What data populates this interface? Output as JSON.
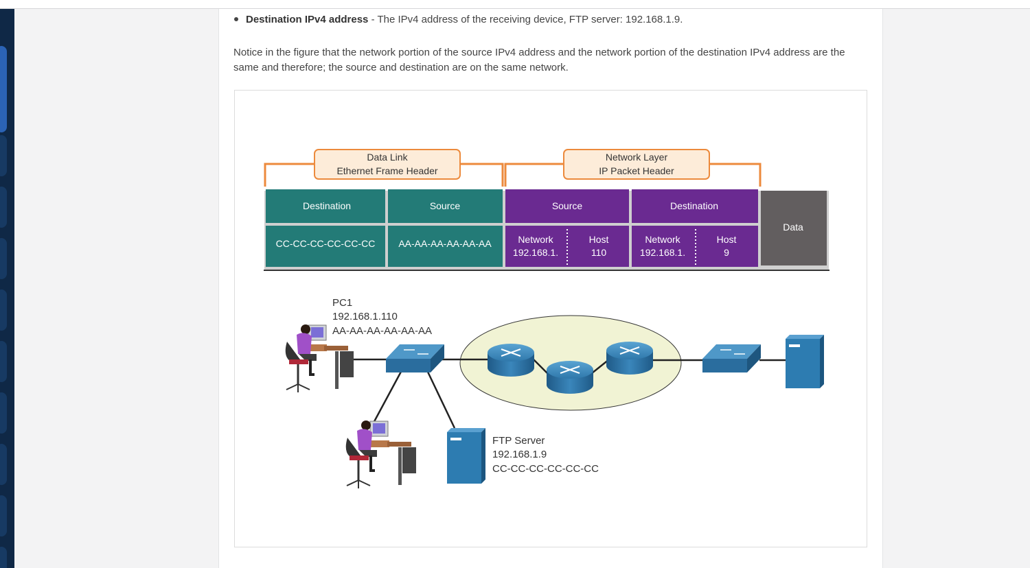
{
  "bullet": {
    "term": "Destination IPv4 address",
    "sep": " - ",
    "text": "The IPv4 address of the receiving device, FTP server: 192.168.1.9."
  },
  "paragraph": "Notice in the figure that the network portion of the source IPv4 address and the network portion of the destination IPv4 address are the same and therefore; the source and destination are on the same network.",
  "figure": {
    "datalink_header": {
      "line1": "Data Link",
      "line2": "Ethernet Frame Header"
    },
    "network_header": {
      "line1": "Network Layer",
      "line2": "IP Packet Header"
    },
    "frame": {
      "dl_dest": {
        "label": "Destination",
        "value": "CC-CC-CC-CC-CC-CC"
      },
      "dl_src": {
        "label": "Source",
        "value": "AA-AA-AA-AA-AA-AA"
      },
      "ip_src": {
        "label": "Source",
        "net_label": "Network",
        "net_value": "192.168.1.",
        "host_label": "Host",
        "host_value": "110"
      },
      "ip_dest": {
        "label": "Destination",
        "net_label": "Network",
        "net_value": "192.168.1.",
        "host_label": "Host",
        "host_value": "9"
      },
      "data": "Data"
    },
    "pc1": {
      "name": "PC1",
      "ip": "192.168.1.110",
      "mac": "AA-AA-AA-AA-AA-AA"
    },
    "ftp": {
      "name": "FTP Server",
      "ip": "192.168.1.9",
      "mac": "CC-CC-CC-CC-CC-CC"
    },
    "colors": {
      "teal": "#237b77",
      "purple": "#6a2a91",
      "gray": "#625e5f",
      "orange": "#ec8a3c",
      "device_blue": "#2d7cb1",
      "cloud": "#f1f3d4"
    }
  }
}
